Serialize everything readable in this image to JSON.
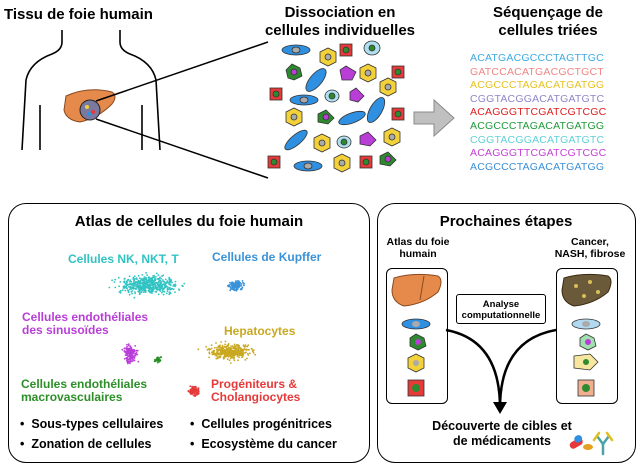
{
  "header": {
    "tissue_title": "Tissu de foie humain",
    "dissociation_title_line1": "Dissociation en",
    "dissociation_title_line2": "cellules individuelles",
    "sequencing_title_line1": "Séquençage de",
    "sequencing_title_line2": "cellules triées"
  },
  "sequences": [
    {
      "text": "ACATGACGCCCTAGTTGC",
      "color": "#3fa9e0"
    },
    {
      "text": "GATCCACATGACGCTGCT",
      "color": "#f08585"
    },
    {
      "text": "ACGCCCTAGACATGATGG",
      "color": "#e6c21f"
    },
    {
      "text": "CGGTACGGACATGATGTC",
      "color": "#8e86c8"
    },
    {
      "text": "ACAGGGTTCGATCGTCGC",
      "color": "#e02020"
    },
    {
      "text": "ACGCCCTAGACATGATGG",
      "color": "#1f9a3a"
    },
    {
      "text": "CGGTACGGACATGATGTC",
      "color": "#5fd0d6"
    },
    {
      "text": "ACAGGGTTCGATCGTCGC",
      "color": "#c63fd6"
    },
    {
      "text": "ACGCCCTAGACATGATGG",
      "color": "#3b8fd6"
    }
  ],
  "atlas": {
    "title": "Atlas de cellules du foie humain",
    "clusters": [
      {
        "label": "Cellules NK, NKT, T",
        "color": "#32c3c3"
      },
      {
        "label": "Cellules de Kupffer",
        "color": "#3a93d8"
      },
      {
        "label_line1": "Cellules endothéliales",
        "label_line2": "des sinusoïdes",
        "color": "#b93ed8"
      },
      {
        "label": "Hepatocytes",
        "color": "#c9a820"
      },
      {
        "label_line1": "Cellules endothéliales",
        "label_line2": "macrovasculaires",
        "color": "#2c8f28"
      },
      {
        "label_line1": "Progéniteurs &",
        "label_line2": "Cholangiocytes",
        "color": "#e43a3a"
      }
    ],
    "bullets": [
      "Sous-types cellulaires",
      "Zonation de cellules",
      "Cellules progénitrices",
      "Ecosystème du cancer"
    ]
  },
  "next_steps": {
    "title": "Prochaines étapes",
    "left_panel_line1": "Atlas du foie",
    "left_panel_line2": "humain",
    "right_panel_line1": "Cancer,",
    "right_panel_line2": "NASH, fibrose",
    "analysis_line1": "Analyse",
    "analysis_line2": "computationnelle",
    "discovery_line1": "Découverte de cibles et",
    "discovery_line2": "de médicaments"
  },
  "colors": {
    "liver": "#e58a4a",
    "liver_dark": "#6b5a3a",
    "arrow_gray": "#c0c0c0",
    "hepatocyte": "#f2d13a",
    "endothelial": "#2f8fe0",
    "kupffer": "#e63a3a",
    "stellate": "#2e8a2e"
  }
}
